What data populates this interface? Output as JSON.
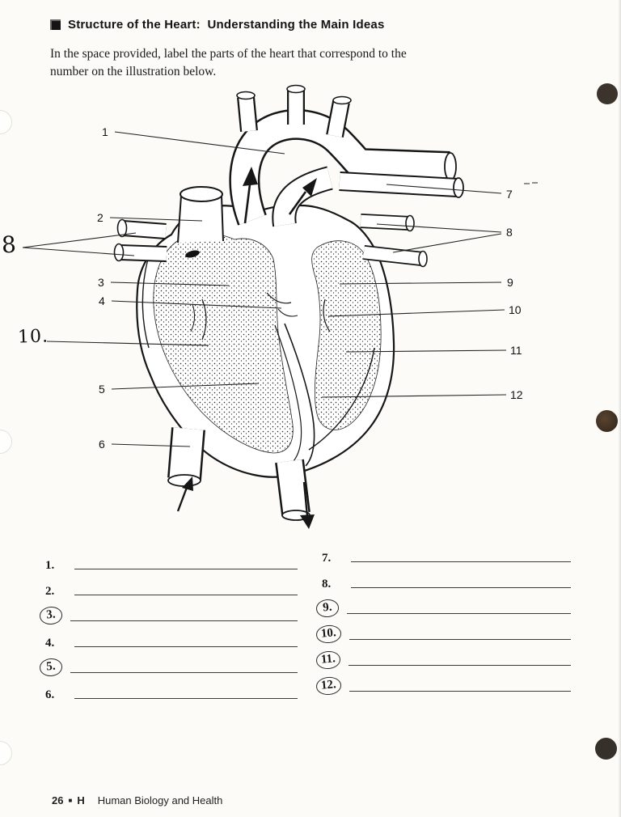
{
  "colors": {
    "paper": "#fcfbf8",
    "ink": "#1b1b1b"
  },
  "icons": {
    "section_marker": "black-square",
    "footer_separator": "black-square"
  },
  "header": {
    "title": "Structure of the Heart:  Understanding the Main Ideas"
  },
  "instructions": {
    "line1": "In the space provided, label the parts of the heart that correspond to the",
    "line2": "number on the illustration below."
  },
  "diagram": {
    "printed_labels": {
      "n1": "1",
      "n2": "2",
      "n3": "3",
      "n4": "4",
      "n5": "5",
      "n6": "6",
      "n7": "7",
      "n8": "8",
      "n9": "9",
      "n10": "10",
      "n11": "11",
      "n12": "12"
    },
    "handwritten_labels": {
      "h8": "8",
      "h10": "10."
    }
  },
  "answers": {
    "left": [
      {
        "num": "1.",
        "circled": false
      },
      {
        "num": "2.",
        "circled": false
      },
      {
        "num": "3.",
        "circled": true
      },
      {
        "num": "4.",
        "circled": false
      },
      {
        "num": "5.",
        "circled": true
      },
      {
        "num": "6.",
        "circled": false
      }
    ],
    "right": [
      {
        "num": "7.",
        "circled": false
      },
      {
        "num": "8.",
        "circled": false
      },
      {
        "num": "9.",
        "circled": true
      },
      {
        "num": "10.",
        "circled": true
      },
      {
        "num": "11.",
        "circled": true
      },
      {
        "num": "12.",
        "circled": true
      }
    ]
  },
  "footer": {
    "page_num": "26",
    "separator": "■",
    "edition": "H",
    "book_title": "Human Biology and Health"
  }
}
